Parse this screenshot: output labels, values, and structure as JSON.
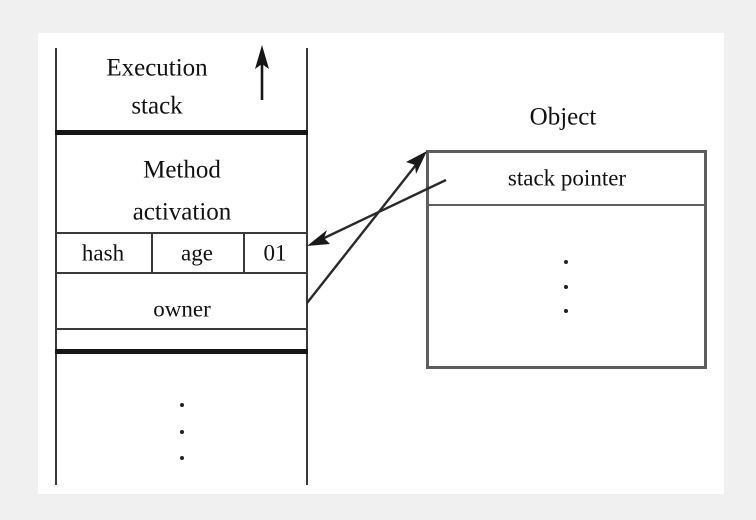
{
  "figure": {
    "title": "Execution stack with method activation referencing an Object",
    "canvas_background": "#ffffff",
    "page_background": "#f0f0f0",
    "line_color": "#3a3a3a",
    "thick_line_color": "#161616",
    "object_border_color": "#5e5e5e",
    "text_color": "#111111"
  },
  "stack": {
    "heading_line1": "Execution",
    "heading_line2": "stack",
    "growth_arrow": "up-arrow",
    "frame": {
      "title_line1": "Method",
      "title_line2": "activation",
      "header_cells": [
        {
          "label": "hash"
        },
        {
          "label": "age"
        },
        {
          "label": "01"
        }
      ],
      "owner_row": "owner"
    },
    "continuation_dots": [
      "·",
      "·",
      "·"
    ]
  },
  "object": {
    "label": "Object",
    "stack_pointer_field": "stack pointer",
    "continuation_dots": [
      "·",
      "·",
      "·"
    ]
  },
  "arrows": [
    {
      "name": "owner-to-object",
      "from": "owner row (execution stack)",
      "to": "Object top-left corner"
    },
    {
      "name": "stack-pointer-to-frame",
      "from": "stack pointer field (Object)",
      "to": "01 cell (method activation header)"
    }
  ]
}
